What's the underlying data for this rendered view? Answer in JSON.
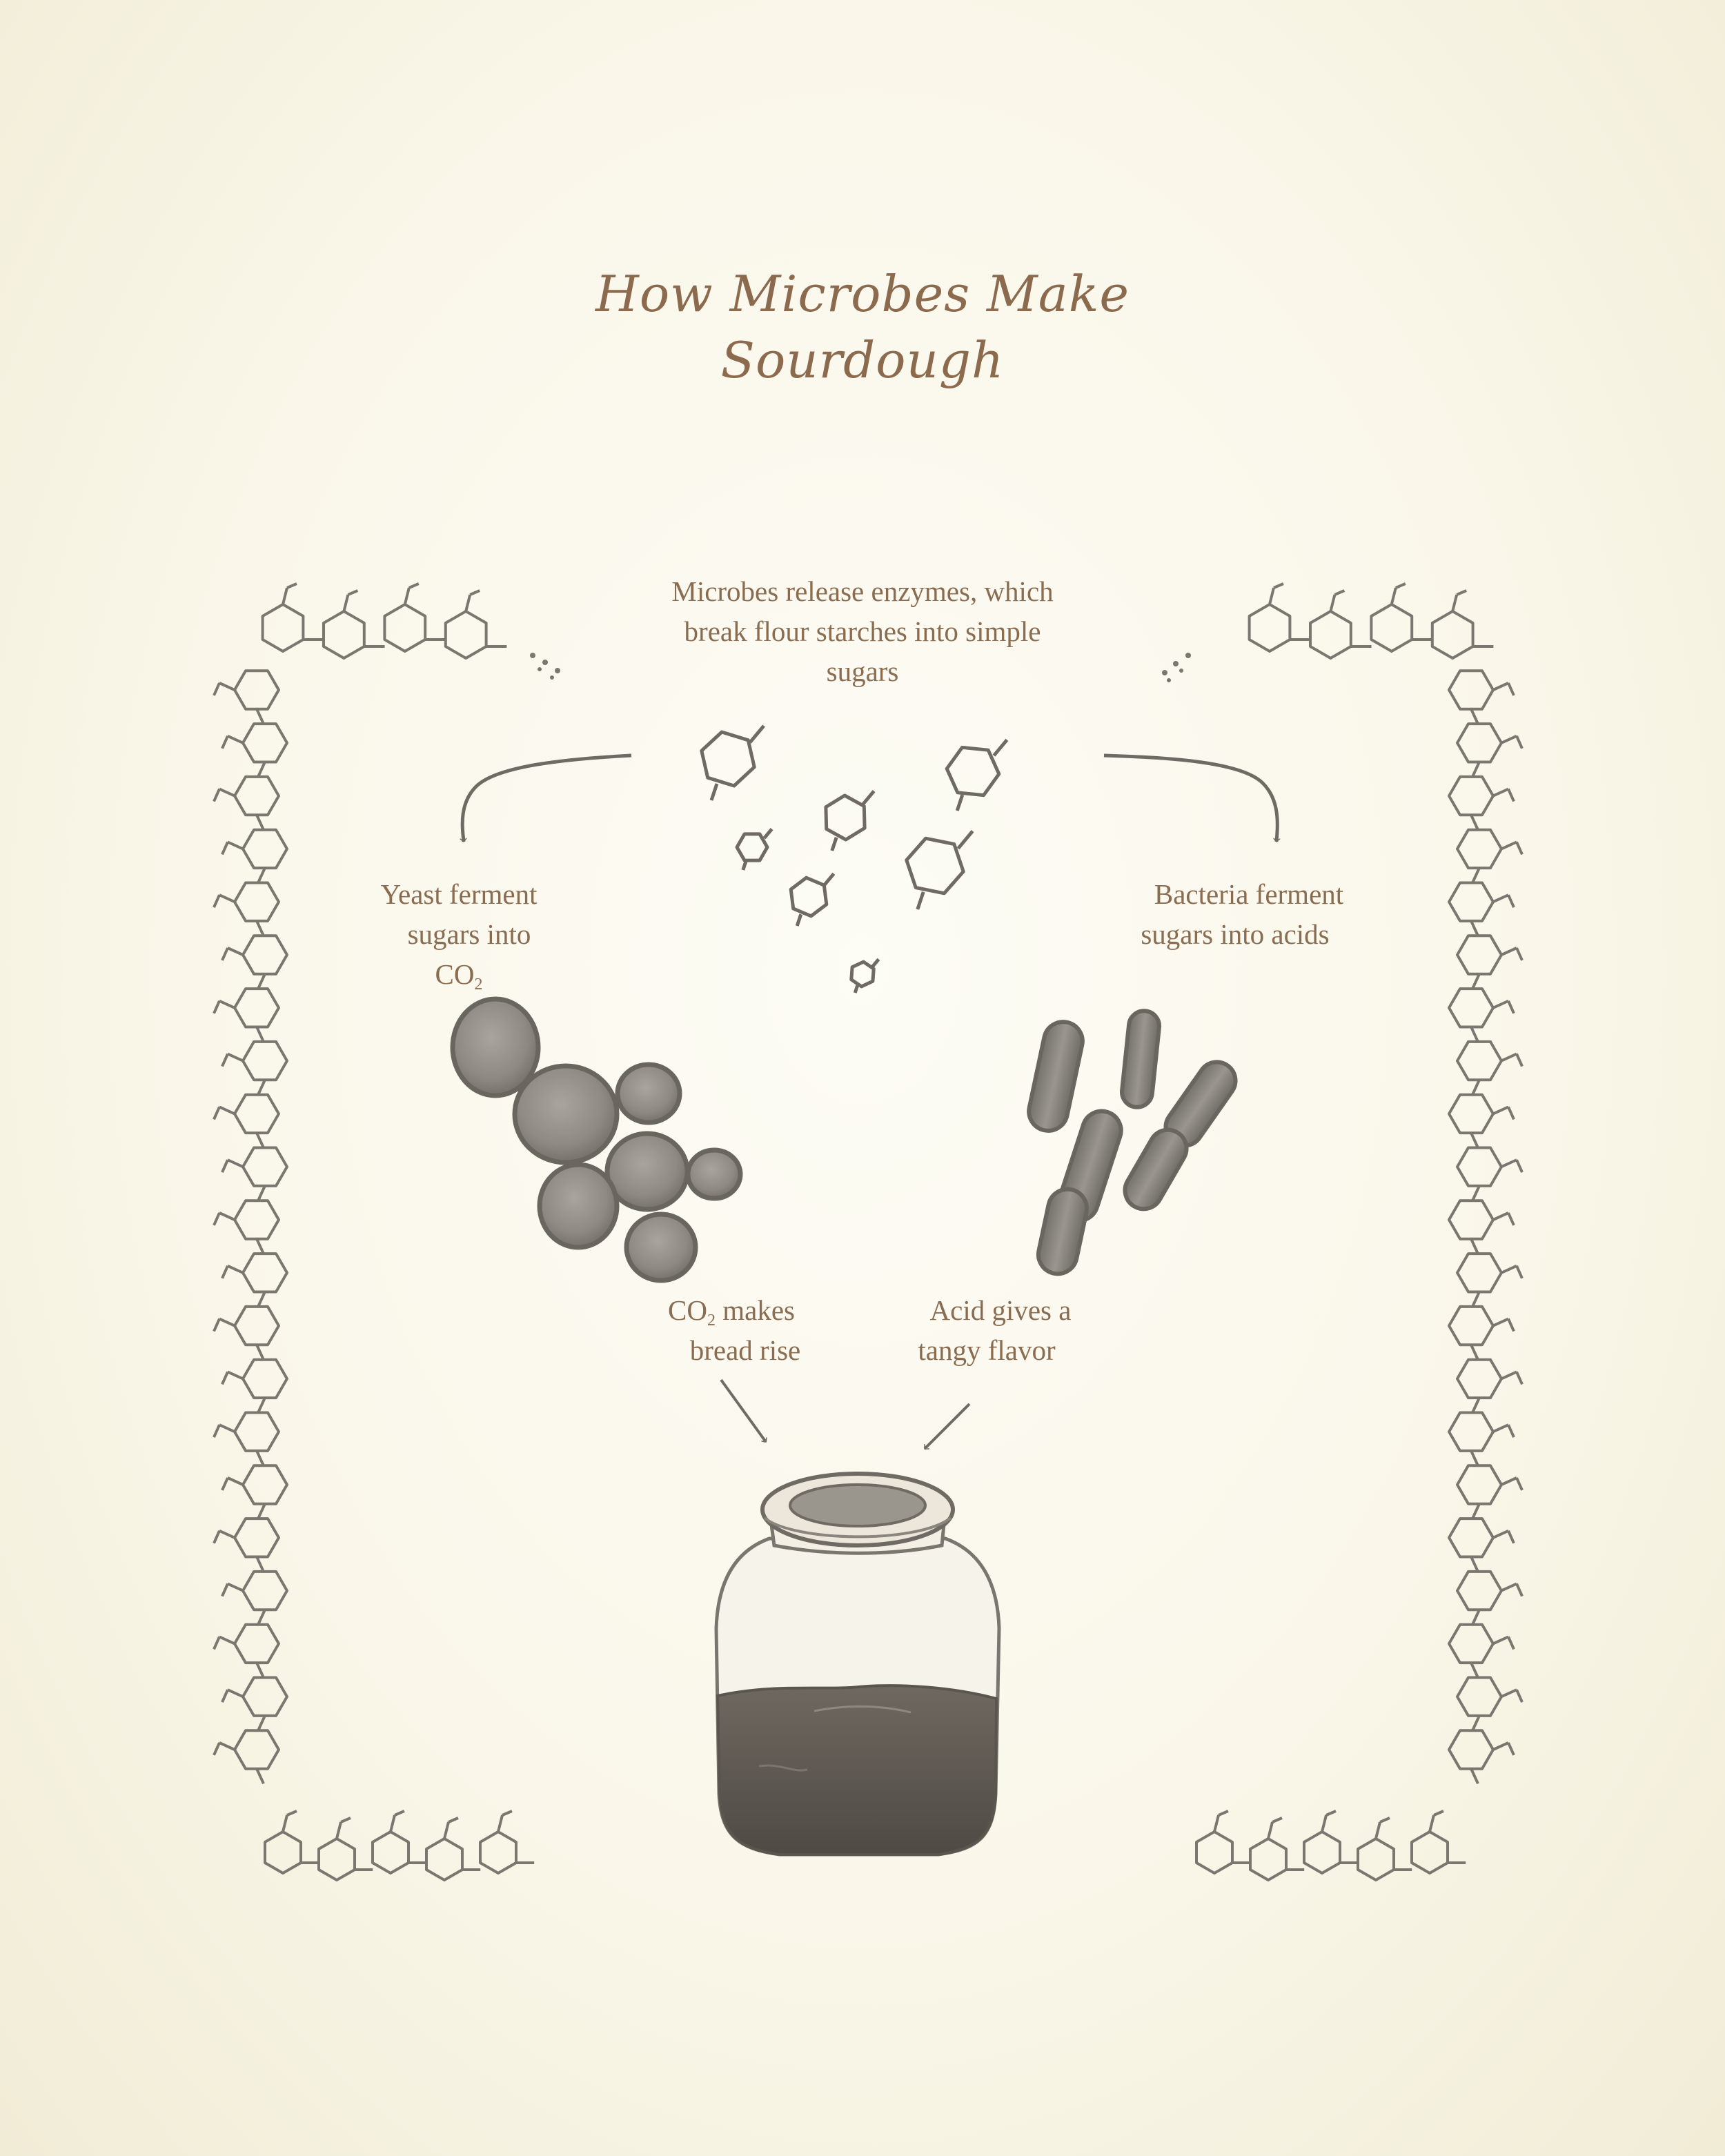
{
  "title": {
    "line1": "How Microbes Make",
    "line2": "Sourdough"
  },
  "labels": {
    "enzymes": [
      "Microbes release enzymes, which",
      "break flour starches into simple",
      "sugars"
    ],
    "yeast": {
      "line1": "Yeast ferment",
      "line2": "sugars into",
      "co": "CO",
      "sub": "2"
    },
    "bacteria": [
      "Bacteria ferment",
      "sugars into acids"
    ],
    "co2_rise": {
      "co": "CO",
      "sub": "2",
      "rest": " makes",
      "line2": "bread rise"
    },
    "acid": [
      "Acid gives a",
      "tangy flavor"
    ]
  },
  "colors": {
    "text": "#8a6d50",
    "pencil": "#6f6a63",
    "cell": "#8b8780",
    "liquid": "#5f5a53"
  }
}
